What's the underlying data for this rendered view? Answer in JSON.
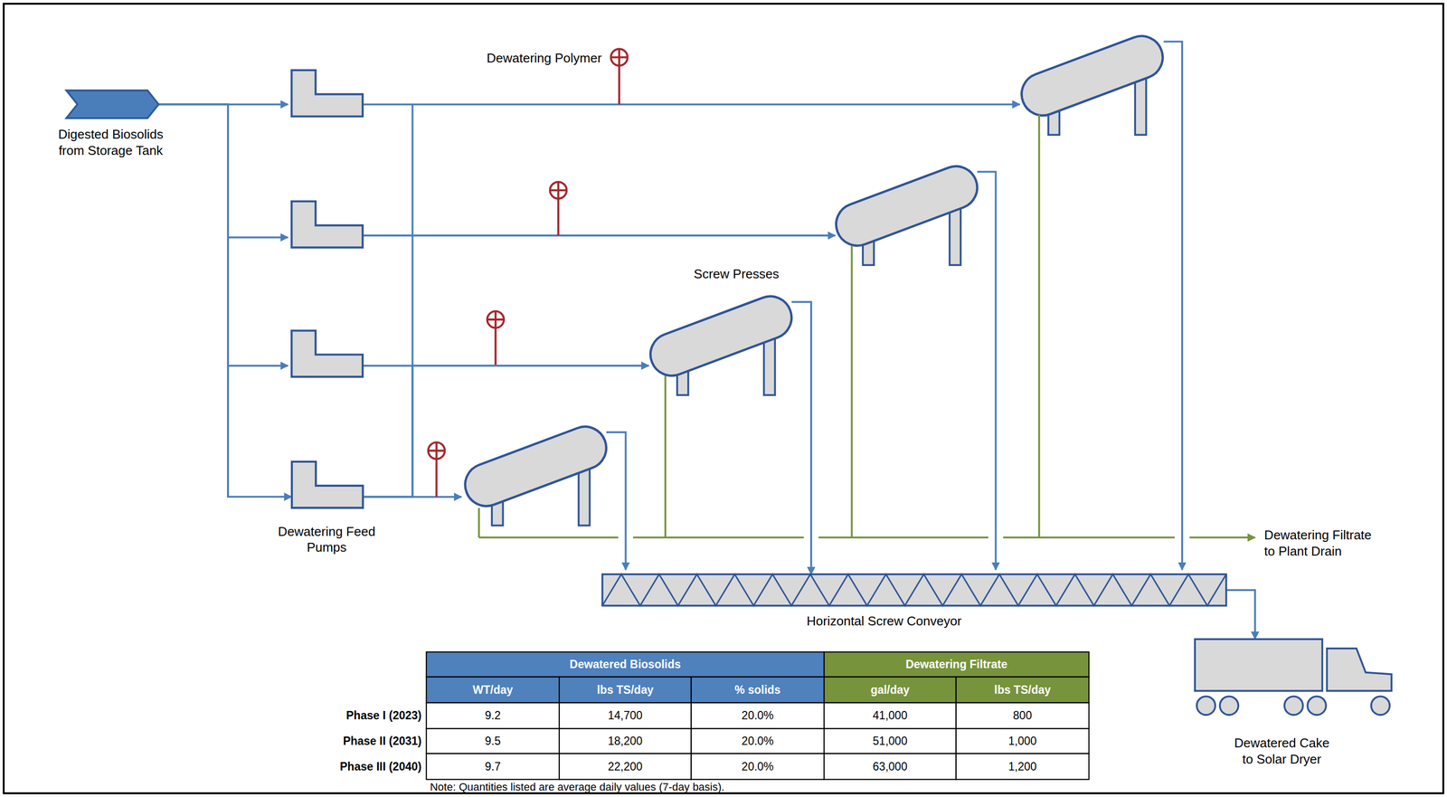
{
  "diagram": {
    "nodes": [
      {
        "text": [
          "Digested Biosolids from Storage Tank"
        ]
      },
      {
        "text": [
          "Dewatering Feed Pumps"
        ]
      },
      {
        "text": [
          "Screw Presses"
        ]
      },
      {
        "text": [
          "Horizontal Screw Conveyor"
        ]
      },
      {
        "text": [
          "Dewatered Cake to Solar Dryer"
        ]
      }
    ],
    "edges": [
      {
        "from": 0,
        "to": 1,
        "arrow": "to"
      },
      {
        "from": 1,
        "to": 2,
        "arrow": "to"
      },
      {
        "from": 2,
        "to": 3,
        "arrow": "to"
      },
      {
        "from": 3,
        "to": 4,
        "arrow": "to"
      }
    ],
    "labels": [
      "Dewatering Polymer",
      "Dewatering Filtrate to Plant Drain",
      "Dewatered Biosolids",
      "Dewatering Filtrate",
      "WT/day",
      "lbs TS/day",
      "% solids",
      "gal/day",
      "lbs TS/day",
      "Phase I (2023)",
      "9.2",
      "14,700",
      "20.0%",
      "41,000",
      "800",
      "Phase II (2031)",
      "9.5",
      "18,200",
      "20.0%",
      "51,000",
      "1,000",
      "Phase III (2040)",
      "9.7",
      "22,200",
      "20.0%",
      "63,000",
      "1,200",
      "Note: Quantities listed are average daily values (7-day basis)."
    ]
  }
}
